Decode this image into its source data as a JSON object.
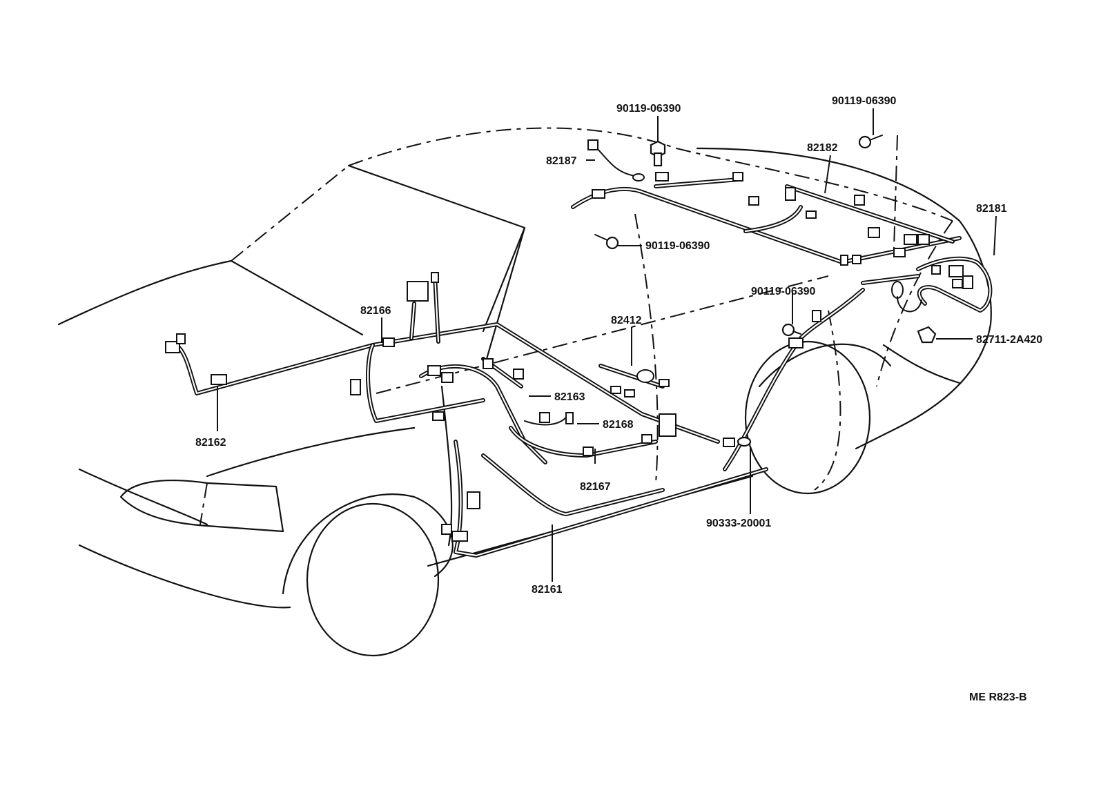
{
  "diagram_ref": "ME R823-B",
  "labels": {
    "p82162": "82162",
    "p82166": "82166",
    "p82187": "82187",
    "p90119_top": "90119-06390",
    "p90119_topright": "90119-06390",
    "p82182": "82182",
    "p82181": "82181",
    "p90119_mid": "90119-06390",
    "p90119_right": "90119-06390",
    "p82711": "82711-2A420",
    "p82412": "82412",
    "p82163": "82163",
    "p82168": "82168",
    "p82167": "82167",
    "p82161": "82161",
    "p90333": "90333-20001"
  }
}
